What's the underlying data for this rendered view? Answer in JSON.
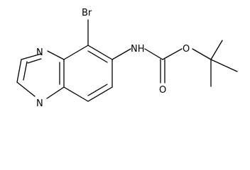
{
  "molecule": {
    "atoms": {
      "bromine": "Br",
      "ring_nitrogen_top": "N",
      "ring_nitrogen_bottom": "N",
      "amide_nh": "NH",
      "carbonyl_oxygen": "O",
      "ester_oxygen": "O"
    }
  },
  "colors": {
    "bond": "#000000",
    "text": "#000000",
    "background": "#ffffff"
  }
}
